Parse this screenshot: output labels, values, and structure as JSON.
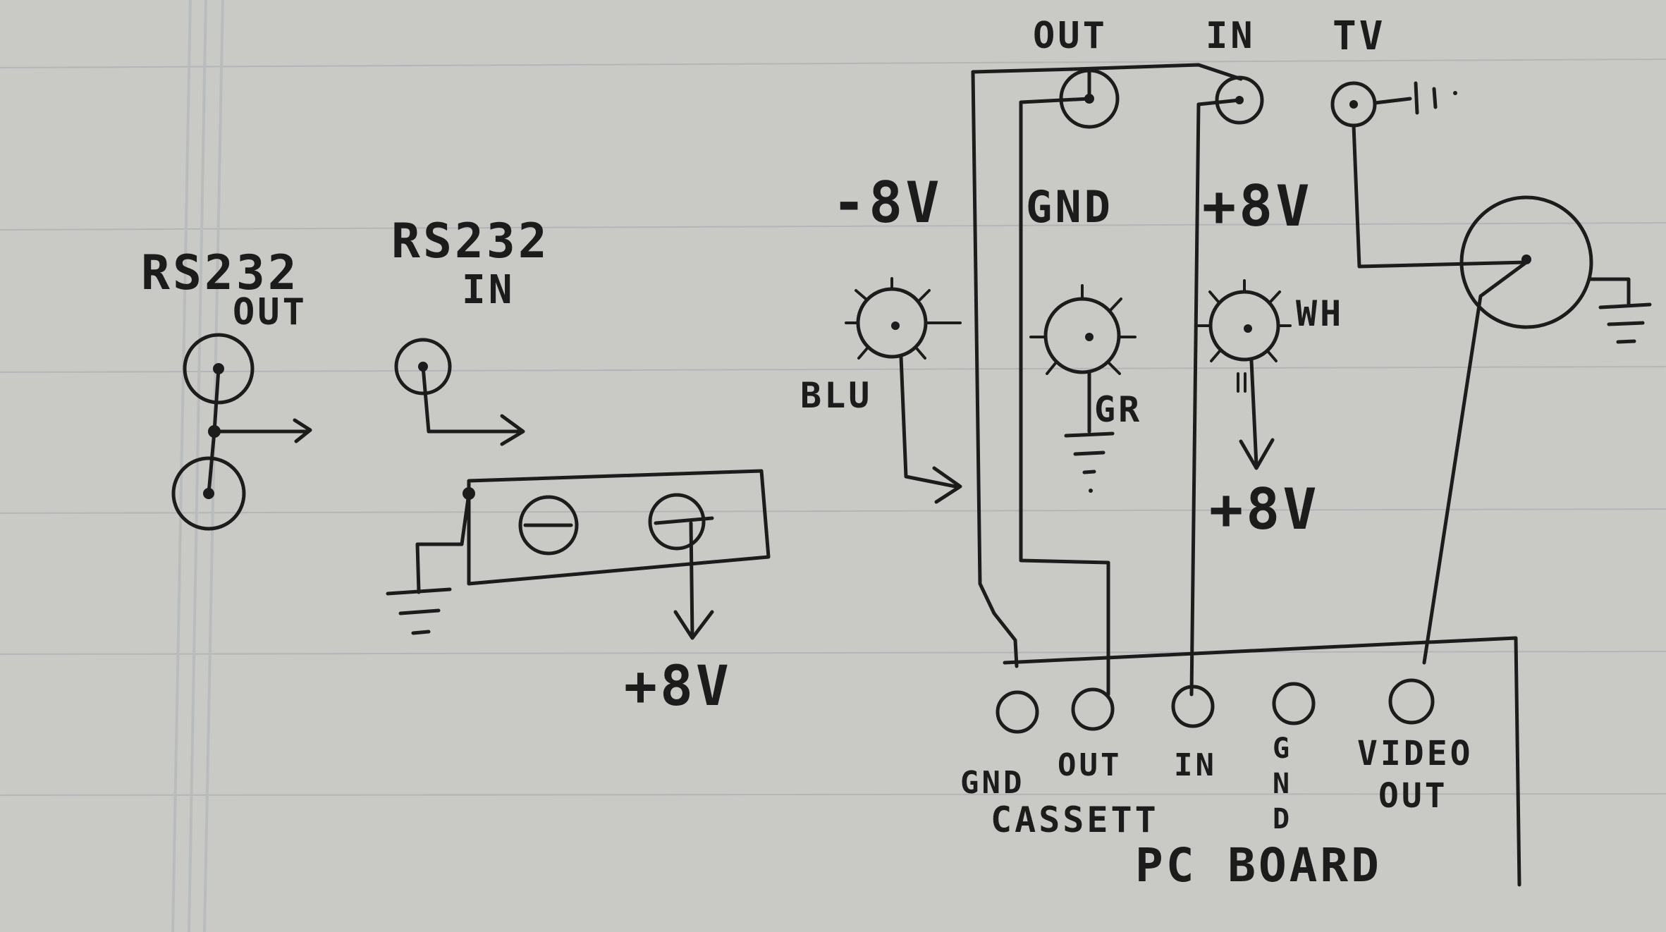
{
  "rs232_out": {
    "line1": "RS232",
    "line2": "OUT"
  },
  "rs232_in": {
    "line1": "RS232",
    "line2": "IN"
  },
  "left_supply": "+8V",
  "top_jacks": {
    "out": "OUT",
    "in": "IN",
    "tv": "TV"
  },
  "rails": {
    "minus": "-8V",
    "gnd": "GND",
    "plus": "+8V"
  },
  "pots": {
    "blue": "BLU",
    "green": "GR",
    "white": "WH"
  },
  "right_supply": "+8V",
  "pc_board": {
    "pins": {
      "gnd": "GND",
      "out": "OUT",
      "in": "IN",
      "gnd_vertical": [
        "G",
        "N",
        "D"
      ],
      "video_out_1": "VIDEO",
      "video_out_2": "OUT"
    },
    "cassette": "CASSETT",
    "title": "PC BOARD"
  }
}
